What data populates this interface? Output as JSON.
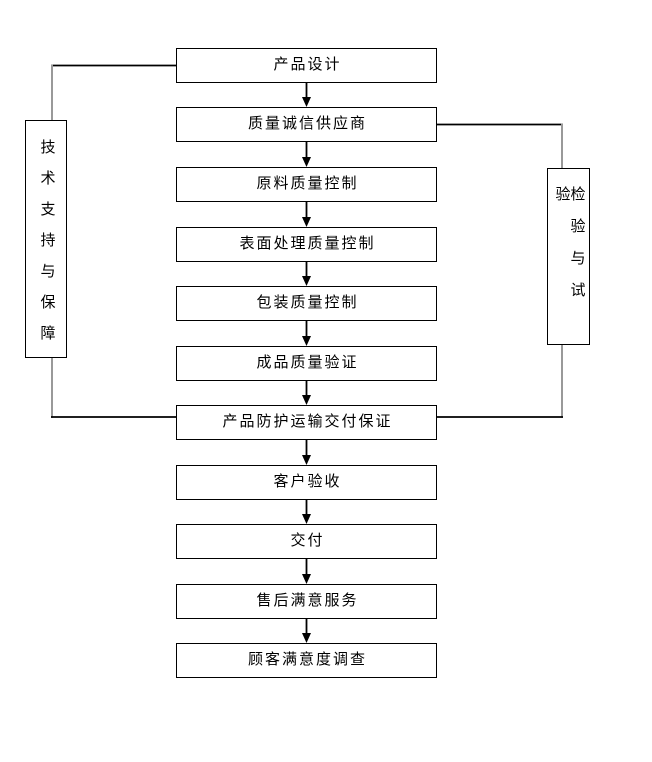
{
  "flowchart": {
    "steps": [
      {
        "label": "产品设计"
      },
      {
        "label": "质量诚信供应商"
      },
      {
        "label": "原料质量控制"
      },
      {
        "label": "表面处理质量控制"
      },
      {
        "label": "包装质量控制"
      },
      {
        "label": "成品质量验证"
      },
      {
        "label": "产品防护运输交付保证"
      },
      {
        "label": "客户验收"
      },
      {
        "label": "交付"
      },
      {
        "label": "售后满意服务"
      },
      {
        "label": "顾客满意度调查"
      }
    ],
    "side_left": {
      "label": "技术支持与保障"
    },
    "side_right": {
      "label": "检验与试验"
    }
  },
  "colors": {
    "background": "#ffffff",
    "box_border": "#000000",
    "text": "#000000",
    "connector_line": "#000000",
    "side_vertical_line": "#999999",
    "arrowhead": "#000000"
  }
}
